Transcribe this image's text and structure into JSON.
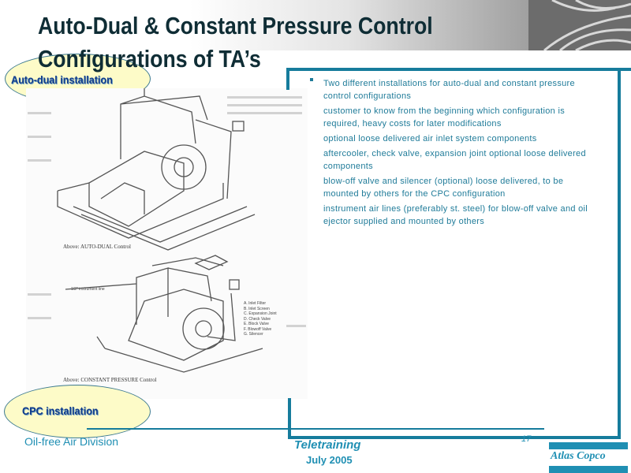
{
  "title": {
    "line1": "Auto-Dual & Constant Pressure Control",
    "line2": "Configurations of TA’s"
  },
  "callouts": {
    "auto_dual": "Auto-dual installation",
    "cpc": "CPC installation"
  },
  "diagrams": {
    "top_caption": "Above:  AUTO-DUAL Control",
    "bottom_caption": "Above:  CONSTANT PRESSURE Control",
    "instrument_line_label": "1/2\" instrument line",
    "legend": [
      "A. Inlet Filter",
      "B. Inlet Screen",
      "C. Expansion Joint",
      "D. Check Valve",
      "E. Block Valve",
      "F. Blowoff Valve",
      "G. Silencer"
    ]
  },
  "bullets": [
    "Two different installations for auto-dual and constant pressure control configurations",
    "customer to know from the beginning which configuration is required, heavy costs for later modifications",
    "optional loose delivered air inlet system components",
    "aftercooler, check valve, expansion joint optional loose delivered components",
    "blow-off valve and silencer (optional) loose delivered, to be mounted by others for the CPC configuration",
    "instrument air lines (preferably st. steel) for blow-off valve and oil ejector supplied and mounted by others"
  ],
  "footer": {
    "division": "Oil-free Air Division",
    "program": "Teletraining",
    "date": "July 2005",
    "page": "17",
    "brand": "Atlas Copco"
  },
  "colors": {
    "accent": "#167c9c",
    "title": "#0f2d35",
    "callout_fill": "#fdfbc8"
  }
}
